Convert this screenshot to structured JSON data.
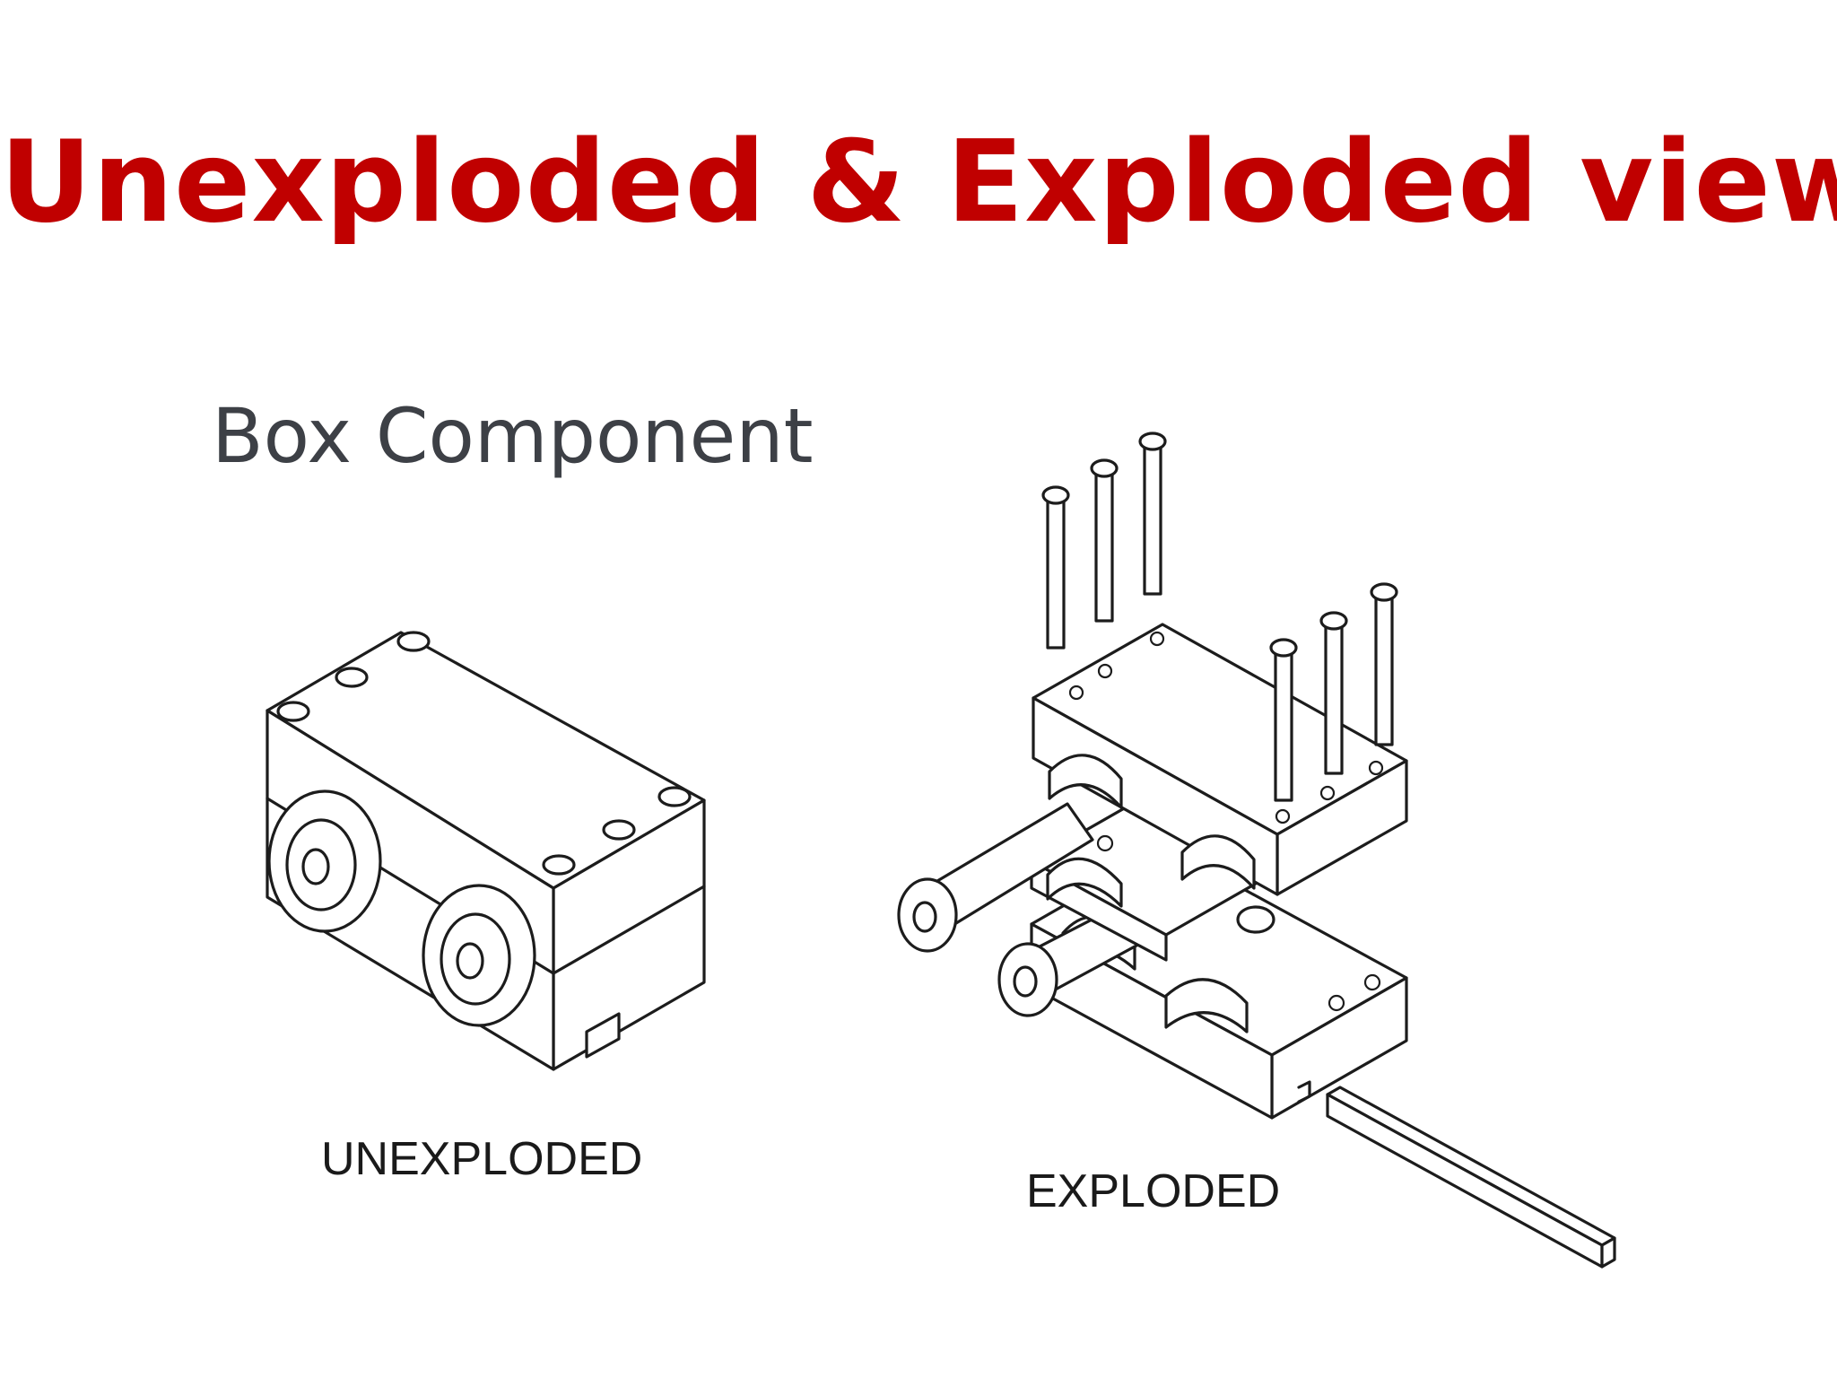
{
  "slide": {
    "title": "Unexploded & Exploded view",
    "subtitle": "Box Component",
    "colors": {
      "title": "#c00000",
      "subtitle": "#3d4046",
      "line_art": "#1c1c1c"
    }
  },
  "figures": {
    "unexploded": {
      "caption": "UNEXPLODED"
    },
    "exploded": {
      "caption": "EXPLODED"
    }
  }
}
